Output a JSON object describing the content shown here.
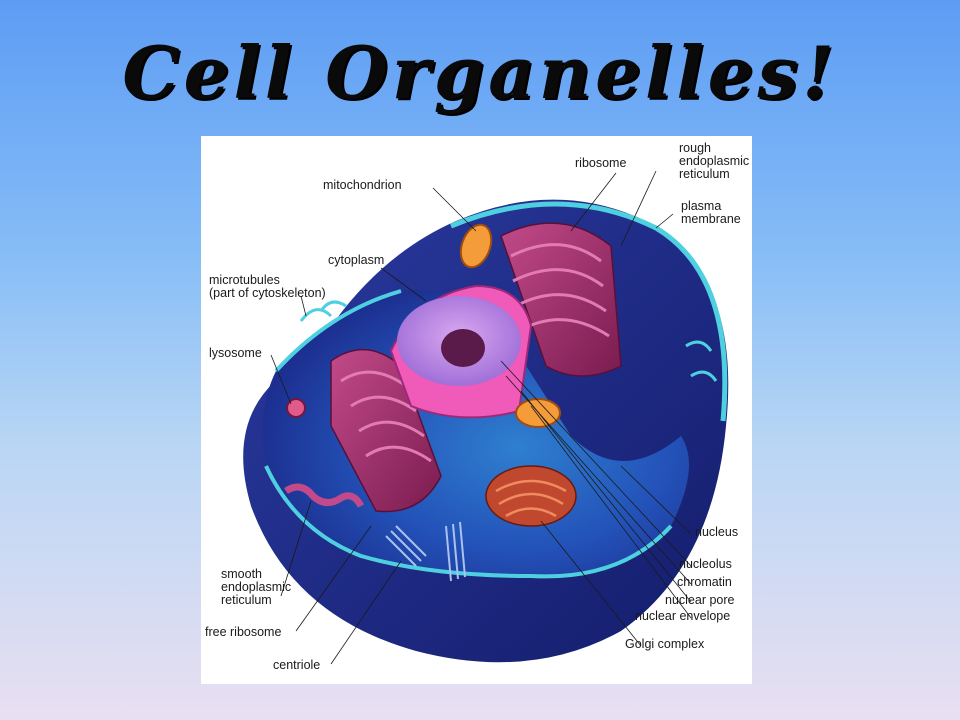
{
  "slide": {
    "title": "Cell Organelles!"
  },
  "diagram": {
    "labels": {
      "ribosome": "ribosome",
      "rough_er": "rough\nendoplasmic\nreticulum",
      "mitochondrion": "mitochondrion",
      "plasma_membrane": "plasma\nmembrane",
      "cytoplasm": "cytoplasm",
      "microtubules": "microtubules\n(part of cytoskeleton)",
      "lysosome": "lysosome",
      "nucleus": "nucleus",
      "nucleolus": "nucleolus",
      "chromatin": "chromatin",
      "nuclear_pore": "nuclear pore",
      "nuclear_envelope": "nuclear envelope",
      "golgi_complex": "Golgi complex",
      "smooth_er": "smooth\nendoplasmic\nreticulum",
      "free_ribosome": "free ribosome",
      "centriole": "centriole"
    }
  }
}
